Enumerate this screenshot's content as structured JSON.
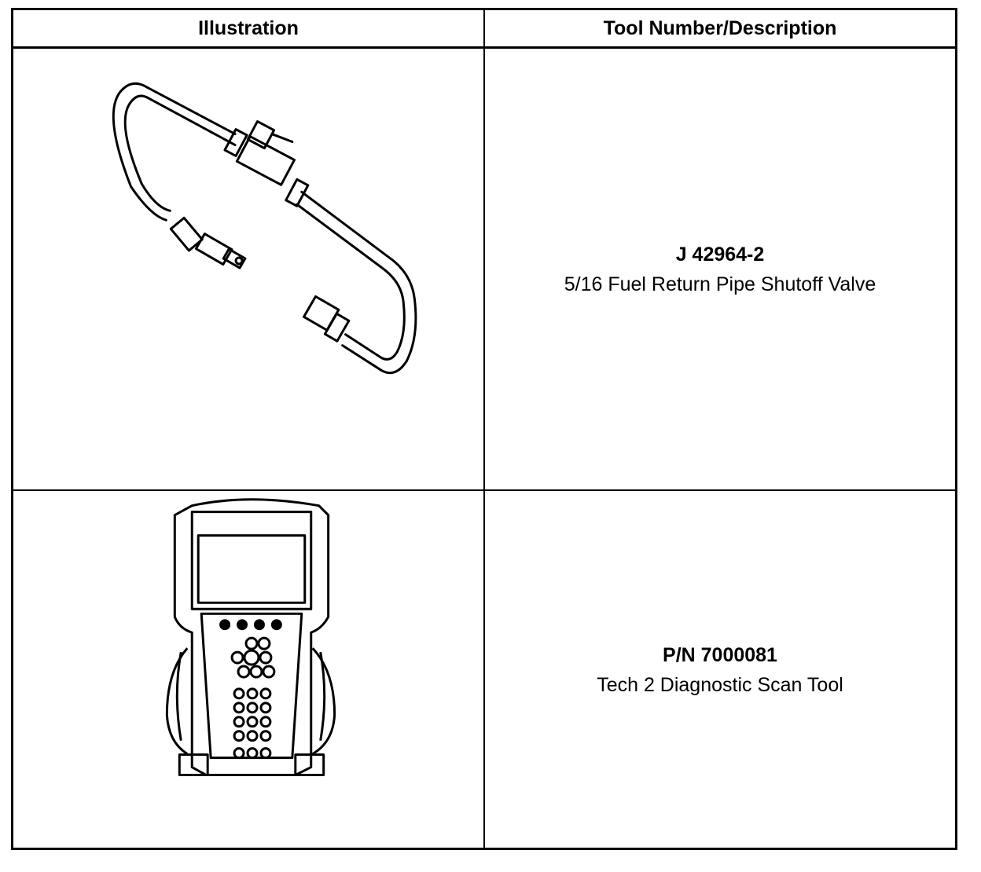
{
  "table": {
    "headers": {
      "illustration": "Illustration",
      "tool": "Tool Number/Description"
    },
    "rows": [
      {
        "illustration_icon": "fuel-return-pipe-shutoff-valve-icon",
        "tool_number": "J 42964-2",
        "description": "5/16 Fuel Return Pipe Shutoff Valve"
      },
      {
        "illustration_icon": "tech2-scan-tool-icon",
        "tool_number": "P/N 7000081",
        "description": "Tech 2 Diagnostic Scan Tool"
      }
    ]
  },
  "colors": {
    "border": "#000000",
    "background": "#ffffff",
    "text": "#000000"
  }
}
